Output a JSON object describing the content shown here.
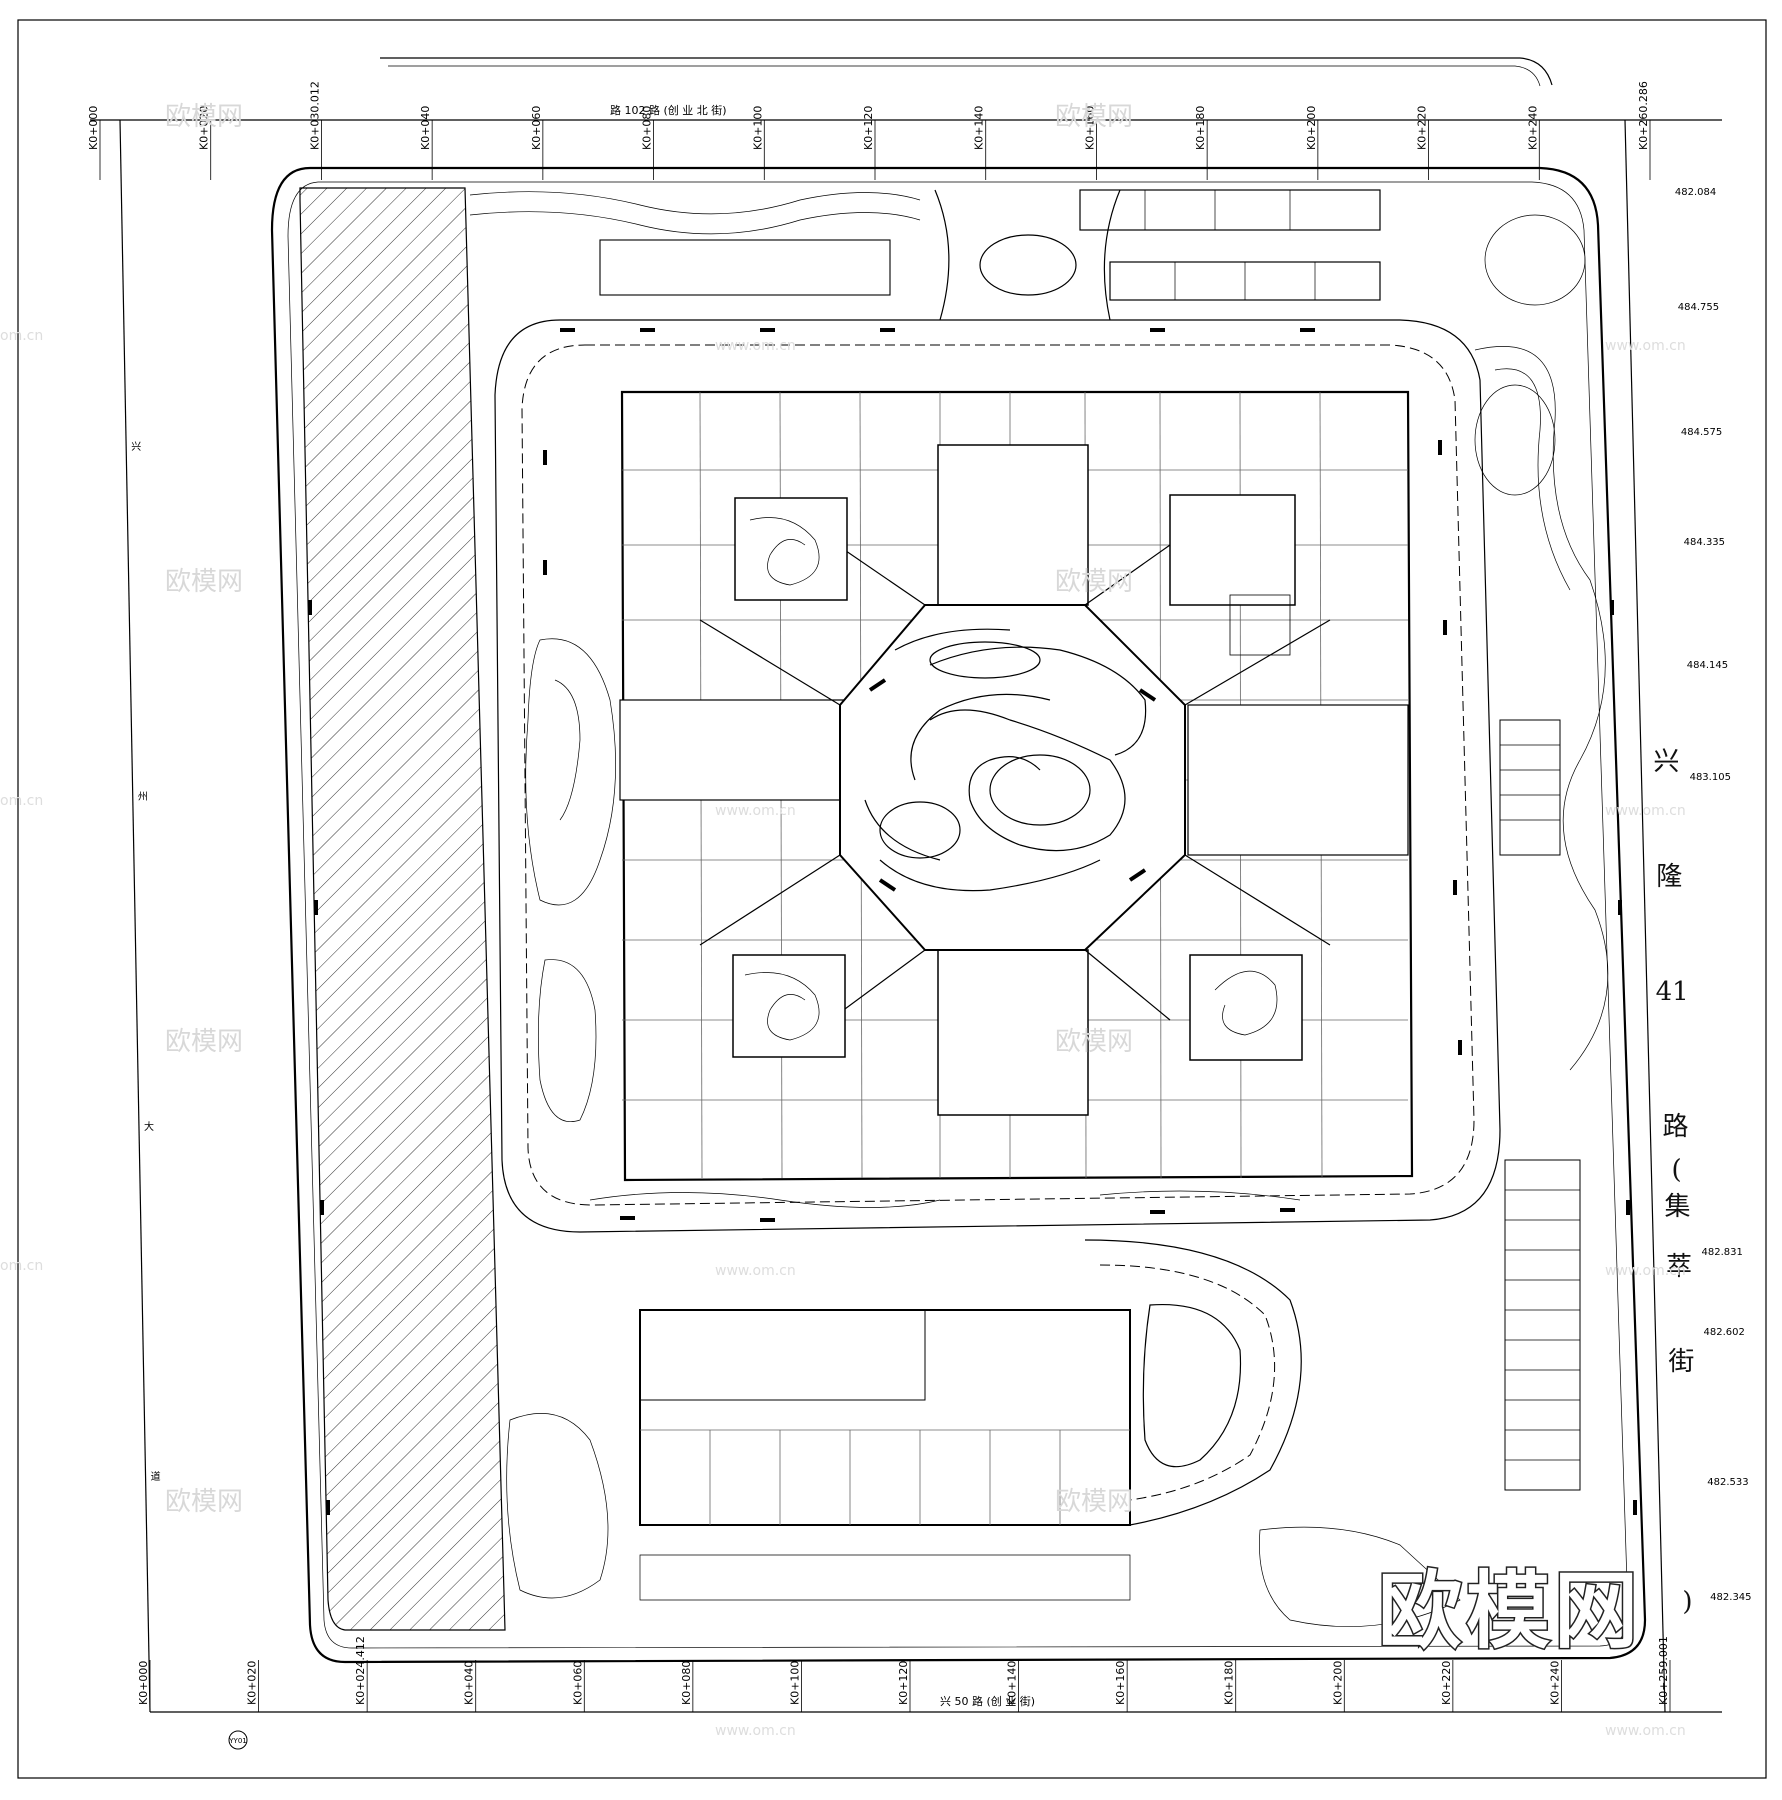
{
  "drawing": {
    "top_road_label": "路 102 路 (创 业 北 街)",
    "bottom_road_label": "兴 50 路 (创 业 街)",
    "left_road_label": [
      "兴",
      "州",
      "大",
      "道"
    ],
    "right_road_label": [
      "兴",
      "隆",
      "41",
      "路",
      "(",
      "集",
      "萃",
      "街",
      ")"
    ],
    "stations_top": [
      "K0+000",
      "K0+020",
      "K0+030.012",
      "K0+040",
      "K0+060",
      "K0+080",
      "K0+100",
      "K0+120",
      "K0+140",
      "K0+160",
      "K0+180",
      "K0+200",
      "K0+220",
      "K0+240",
      "K0+260.286"
    ],
    "stations_bottom": [
      "K0+000",
      "K0+020",
      "K0+024.412",
      "K0+040",
      "K0+060",
      "K0+080",
      "K0+100",
      "K0+120",
      "K0+140",
      "K0+160",
      "K0+180",
      "K0+200",
      "K0+220",
      "K0+240",
      "K0+259.001"
    ],
    "elevations_right": [
      "482.084",
      "484.755",
      "484.575",
      "484.335",
      "484.145",
      "483.105",
      "482.831",
      "482.602",
      "482.533",
      "482.345"
    ],
    "north_symbol": "YY01"
  },
  "watermark": {
    "text": "欧模网",
    "url": "www.om.cn",
    "url2": "om.cn"
  },
  "logo": {
    "text": "欧模网"
  }
}
